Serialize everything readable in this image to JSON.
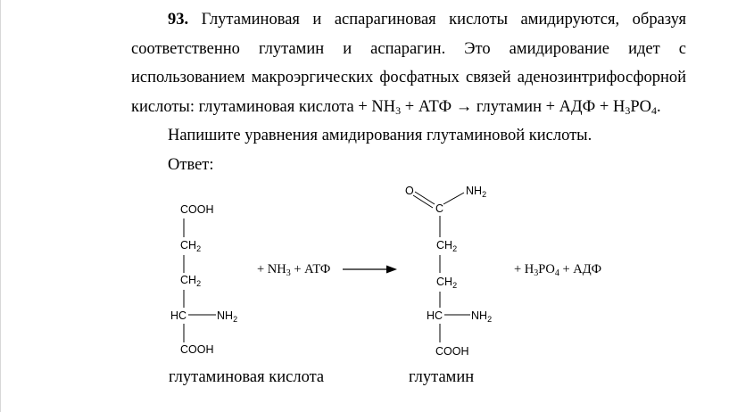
{
  "problem": {
    "number": "93.",
    "paragraph_text": "Глутаминовая и аспарагиновая кислоты амидируются, образуя соответственно глутамин и аспарагин. Это амидирование идет с использованием макроэргических фосфатных связей аденозинтрифосфорной кислоты: глутаминовая кислота + NH",
    "reaction_tail_a": " + АТФ → глутамин + АДФ + H",
    "reaction_tail_b": "PO",
    "reaction_tail_c": ".",
    "sub_3": "3",
    "sub_4": "4",
    "task": "Напишите уравнения амидирования глутаминовой кислоты.",
    "answer_label": "Ответ:"
  },
  "scheme": {
    "glutamic_acid": {
      "top_group": "COOH",
      "ch2_1": "CH",
      "ch2_1_sub": "2",
      "ch2_2": "CH",
      "ch2_2_sub": "2",
      "hc": "HC",
      "nh2": "NH",
      "nh2_sub": "2",
      "bottom_group": "COOH",
      "caption": "глутаминовая кислота"
    },
    "reagents": {
      "text_a": "+ NH",
      "sub": "3",
      "text_b": " + АТФ"
    },
    "glutamine": {
      "o": "O",
      "c": "C",
      "amide_nh2": "NH",
      "amide_nh2_sub": "2",
      "ch2_1": "CH",
      "ch2_1_sub": "2",
      "ch2_2": "CH",
      "ch2_2_sub": "2",
      "hc": "HC",
      "nh2": "NH",
      "nh2_sub": "2",
      "bottom_group": "COOH",
      "caption": "глутамин"
    },
    "products": {
      "text_a": "+ H",
      "sub3": "3",
      "text_b": "PO",
      "sub4": "4",
      "text_c": " + АДФ"
    }
  }
}
